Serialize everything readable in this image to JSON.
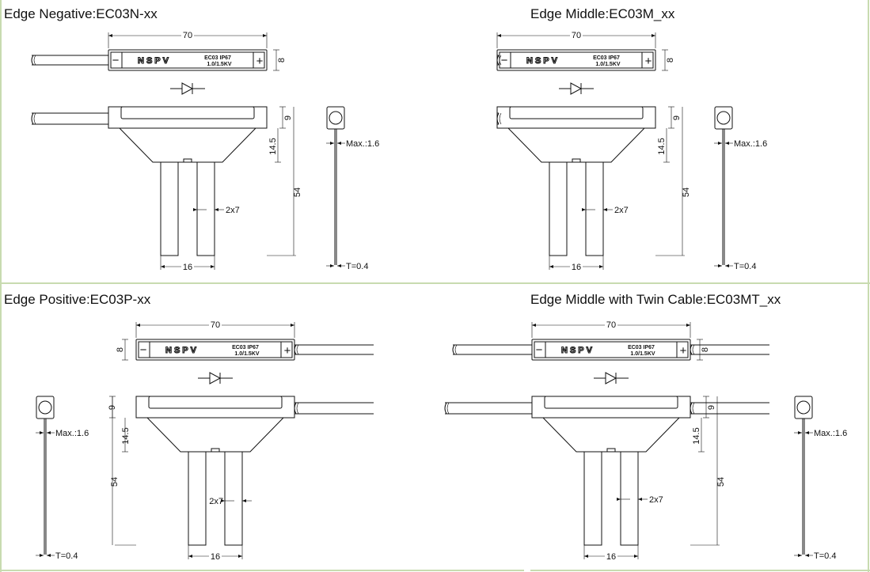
{
  "panels": [
    {
      "id": "negative",
      "title": "Edge Negative:EC03N-xx",
      "variant": "N",
      "top_view": {
        "dim_length": "70",
        "dim_height": "8",
        "minus": "−",
        "plus": "+",
        "logo": "NSPV",
        "label_line1": "EC03  IP67",
        "label_line2": "1.0/1.5KV"
      },
      "side_view": {
        "dim_top": "9",
        "dim_taper": "14.5",
        "dim_total": "54",
        "dim_pin": "2x7",
        "dim_spacing": "16"
      },
      "end_view": {
        "dim_max": "Max.:1.6",
        "dim_t": "T=0.4"
      }
    },
    {
      "id": "middle",
      "title": "Edge Middle:EC03M_xx",
      "variant": "M",
      "top_view": {
        "dim_length": "70",
        "dim_height": "8",
        "minus": "−",
        "plus": "+",
        "logo": "NSPV",
        "label_line1": "EC03  IP67",
        "label_line2": "1.0/1.5KV"
      },
      "side_view": {
        "dim_top": "9",
        "dim_taper": "14.5",
        "dim_total": "54",
        "dim_pin": "2x7",
        "dim_spacing": "16"
      },
      "end_view": {
        "dim_max": "Max.:1.6",
        "dim_t": "T=0.4"
      }
    },
    {
      "id": "positive",
      "title": "Edge Positive:EC03P-xx",
      "variant": "P",
      "top_view": {
        "dim_length": "70",
        "dim_height": "8",
        "minus": "−",
        "plus": "+",
        "logo": "NSPV",
        "label_line1": "EC03  IP67",
        "label_line2": "1.0/1.5KV"
      },
      "side_view": {
        "dim_top": "9",
        "dim_taper": "14.5",
        "dim_total": "54",
        "dim_pin": "2x7",
        "dim_spacing": "16"
      },
      "end_view": {
        "dim_max": "Max.:1.6",
        "dim_t": "T=0.4"
      }
    },
    {
      "id": "twin",
      "title": "Edge Middle with Twin Cable:EC03MT_xx",
      "variant": "MT",
      "top_view": {
        "dim_length": "70",
        "dim_height": "8",
        "minus": "−",
        "plus": "+",
        "logo": "NSPV",
        "label_line1": "EC03  IP67",
        "label_line2": "1.0/1.5KV"
      },
      "side_view": {
        "dim_top": "9",
        "dim_taper": "14.5",
        "dim_total": "54",
        "dim_pin": "2x7",
        "dim_spacing": "16"
      },
      "end_view": {
        "dim_max": "Max.:1.6",
        "dim_t": "T=0.4"
      }
    }
  ],
  "colors": {
    "frame": "#c8dbb0",
    "line": "#111111",
    "background": "#ffffff"
  },
  "icons": {
    "diode": "diode-symbol-icon",
    "end_view": "terminal-end-view-icon"
  }
}
